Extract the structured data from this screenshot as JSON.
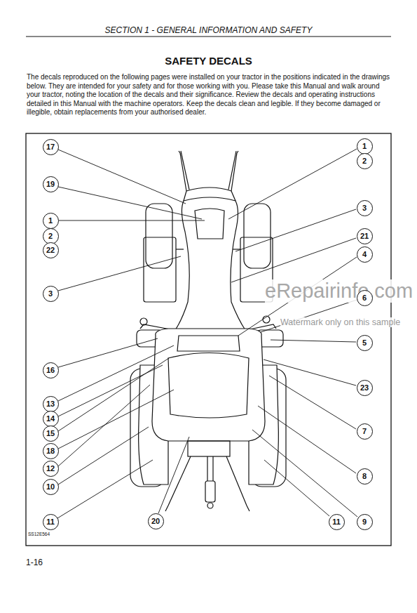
{
  "diagram": {
    "title": "SAFETY DECALS",
    "nodes": [
      {
        "text": [
          "17"
        ]
      },
      {
        "text": [
          "1"
        ]
      },
      {
        "text": [
          "2"
        ]
      },
      {
        "text": [
          "19"
        ]
      },
      {
        "text": [
          "3"
        ]
      },
      {
        "text": [
          "1"
        ]
      },
      {
        "text": [
          "2"
        ]
      },
      {
        "text": [
          "21"
        ]
      },
      {
        "text": [
          "22"
        ]
      },
      {
        "text": [
          "4"
        ]
      },
      {
        "text": [
          "3"
        ]
      },
      {
        "text": [
          "6"
        ]
      },
      {
        "text": [
          "5"
        ]
      },
      {
        "text": [
          "16"
        ]
      },
      {
        "text": [
          "23"
        ]
      },
      {
        "text": [
          "13"
        ]
      },
      {
        "text": [
          "14"
        ]
      },
      {
        "text": [
          "7"
        ]
      },
      {
        "text": [
          "15"
        ]
      },
      {
        "text": [
          "18"
        ]
      },
      {
        "text": [
          "12"
        ]
      },
      {
        "text": [
          "8"
        ]
      },
      {
        "text": [
          "10"
        ]
      },
      {
        "text": [
          "20"
        ]
      },
      {
        "text": [
          "11"
        ]
      },
      {
        "text": [
          "11"
        ]
      },
      {
        "text": [
          "9"
        ]
      }
    ],
    "labels": [
      "SECTION 1  - GENERAL INFORMATION AND SAFETY",
      "The decals reproduced on the following pages were installed on your tractor in the positions indicated in the drawings below. They are intended for your safety and for those working with you. Please take this Manual and walk around your tractor, noting the location of the decals and their significance. Review the decals and operating instructions detailed in this Manual with the machine operators. Keep the decals clean and legible. If they become damaged or illegible, obtain replacements from your authorised dealer.",
      "SS12E564",
      "1-16",
      "eRepairinfo.com",
      "Watermark only on this sample"
    ]
  }
}
